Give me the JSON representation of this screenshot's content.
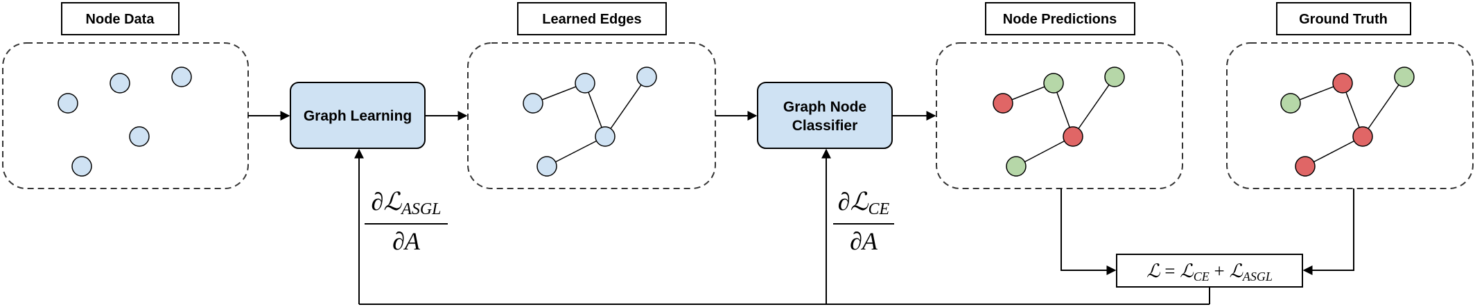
{
  "panels": {
    "node_data": "Node Data",
    "learned_edges": "Learned Edges",
    "node_predictions": "Node Predictions",
    "ground_truth": "Ground Truth"
  },
  "processes": {
    "graph_learning": "Graph Learning",
    "graph_node_classifier": [
      "Graph Node",
      "Classifier"
    ]
  },
  "gradients": {
    "asgl": {
      "numerator_symbol": "∂",
      "numerator_L": "ℒ",
      "numerator_sub": "ASGL",
      "denominator": "∂A"
    },
    "ce": {
      "numerator_symbol": "∂",
      "numerator_L": "ℒ",
      "numerator_sub": "CE",
      "denominator": "∂A"
    }
  },
  "loss": {
    "lhs": "ℒ",
    "eq": " = ",
    "term1": "ℒ",
    "term1_sub": "CE",
    "plus": " + ",
    "term2": "ℒ",
    "term2_sub": "ASGL"
  },
  "colors": {
    "node_blue": "#cfe2f3",
    "node_green": "#b6d7a8",
    "node_red": "#e06666",
    "process_fill": "#cfe2f3",
    "stroke": "#000000",
    "panel_border": "#333333"
  }
}
